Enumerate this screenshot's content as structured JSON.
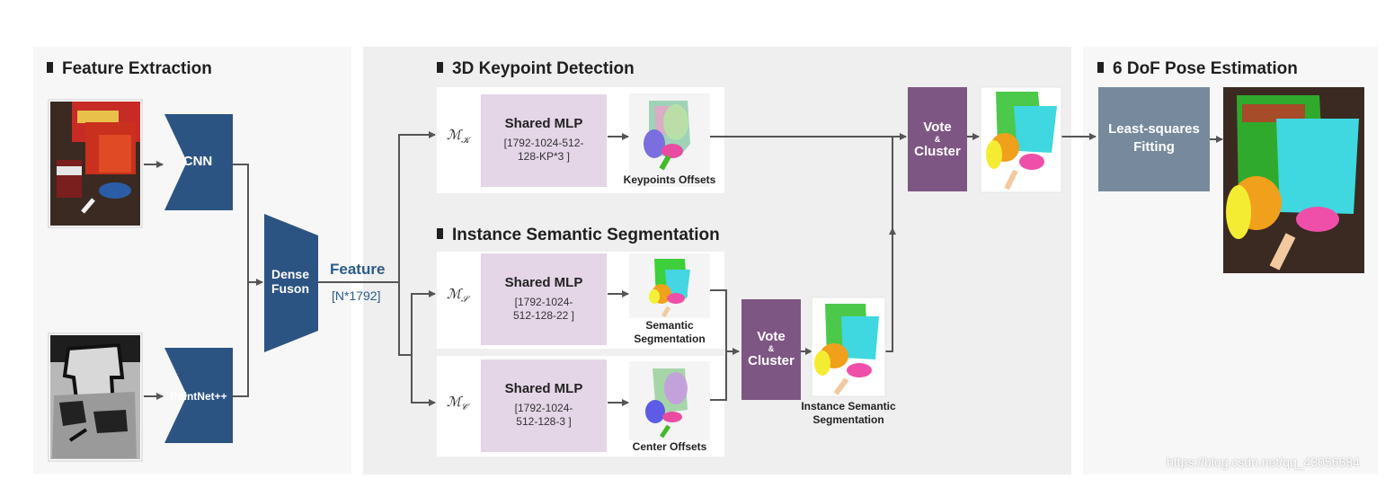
{
  "sections": {
    "feature_extraction": "Feature Extraction",
    "keypoint_detection": "3D Keypoint Detection",
    "instance_segmentation": "Instance Semantic Segmentation",
    "pose_estimation": "6 DoF Pose Estimation"
  },
  "blocks": {
    "cnn": "CNN",
    "pointnet": "PointNet++",
    "dense_fusion": [
      "Dense",
      "Fuson"
    ],
    "feature_title": "Feature",
    "feature_dim": "[N*1792]"
  },
  "mlps": [
    {
      "math": "ℳ",
      "sub": "𝒦",
      "title": "Shared MLP",
      "spec": [
        "[1792-1024-512-",
        "128-KP*3 ]"
      ],
      "caption": [
        "Keypoints Offsets"
      ]
    },
    {
      "math": "ℳ",
      "sub": "𝒮",
      "title": "Shared MLP",
      "spec": [
        "[1792-1024-",
        "512-128-22 ]"
      ],
      "caption": [
        "Semantic",
        "Segmentation"
      ]
    },
    {
      "math": "ℳ",
      "sub": "𝒞",
      "title": "Shared MLP",
      "spec": [
        "[1792-1024-",
        "512-128-3 ]"
      ],
      "caption": [
        "Center Offsets"
      ]
    }
  ],
  "vote_cluster": {
    "line1": "Vote",
    "amp": "&",
    "line2": "Cluster"
  },
  "instance_caption": [
    "Instance Semantic",
    "Segmentation"
  ],
  "least_squares": [
    "Least-squares",
    "Fitting"
  ],
  "watermark": "https://blog.csdn.net/qq_43056684"
}
